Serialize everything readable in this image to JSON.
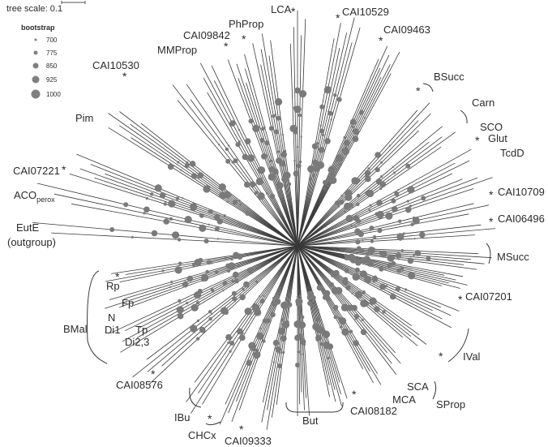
{
  "scale_bar": {
    "label": "tree scale: 0.1"
  },
  "legend": {
    "title": "bootstrap",
    "entries": [
      {
        "value": "700",
        "r": 1.5
      },
      {
        "value": "775",
        "r": 2.5
      },
      {
        "value": "850",
        "r": 3.5
      },
      {
        "value": "925",
        "r": 4.5
      },
      {
        "value": "1000",
        "r": 5.5
      }
    ]
  },
  "labels": {
    "lca": "LCA",
    "cai10529": "CAI10529",
    "cai09463": "CAI09463",
    "phprop": "PhProp",
    "cai09842": "CAI09842",
    "mmprop": "MMProp",
    "cai10530": "CAI10530",
    "bsucc": "BSucc",
    "carn": "Carn",
    "sco": "SCO",
    "glut": "Glut",
    "tcdd": "TcdD",
    "pim": "Pim",
    "cai07221": "CAI07221",
    "aco": "ACO",
    "aco_sub": "perox",
    "eute": "EutE",
    "outgroup": "(outgroup)",
    "cai10709": "CAI10709",
    "cai06496": "CAI06496",
    "msucc": "MSucc",
    "cai07201": "CAI07201",
    "rp": "Rp",
    "fp": "Fp",
    "n": "N",
    "di1": "Di1",
    "tp": "Tp",
    "di23": "Di2,3",
    "bmal": "BMal",
    "ival": "IVal",
    "cai08576": "CAI08576",
    "sca": "SCA",
    "mca": "MCA",
    "sprop": "SProp",
    "ibu": "IBu",
    "cai08182": "CAI08182",
    "but": "But",
    "chcx": "CHCx",
    "cai09333": "CAI09333"
  }
}
